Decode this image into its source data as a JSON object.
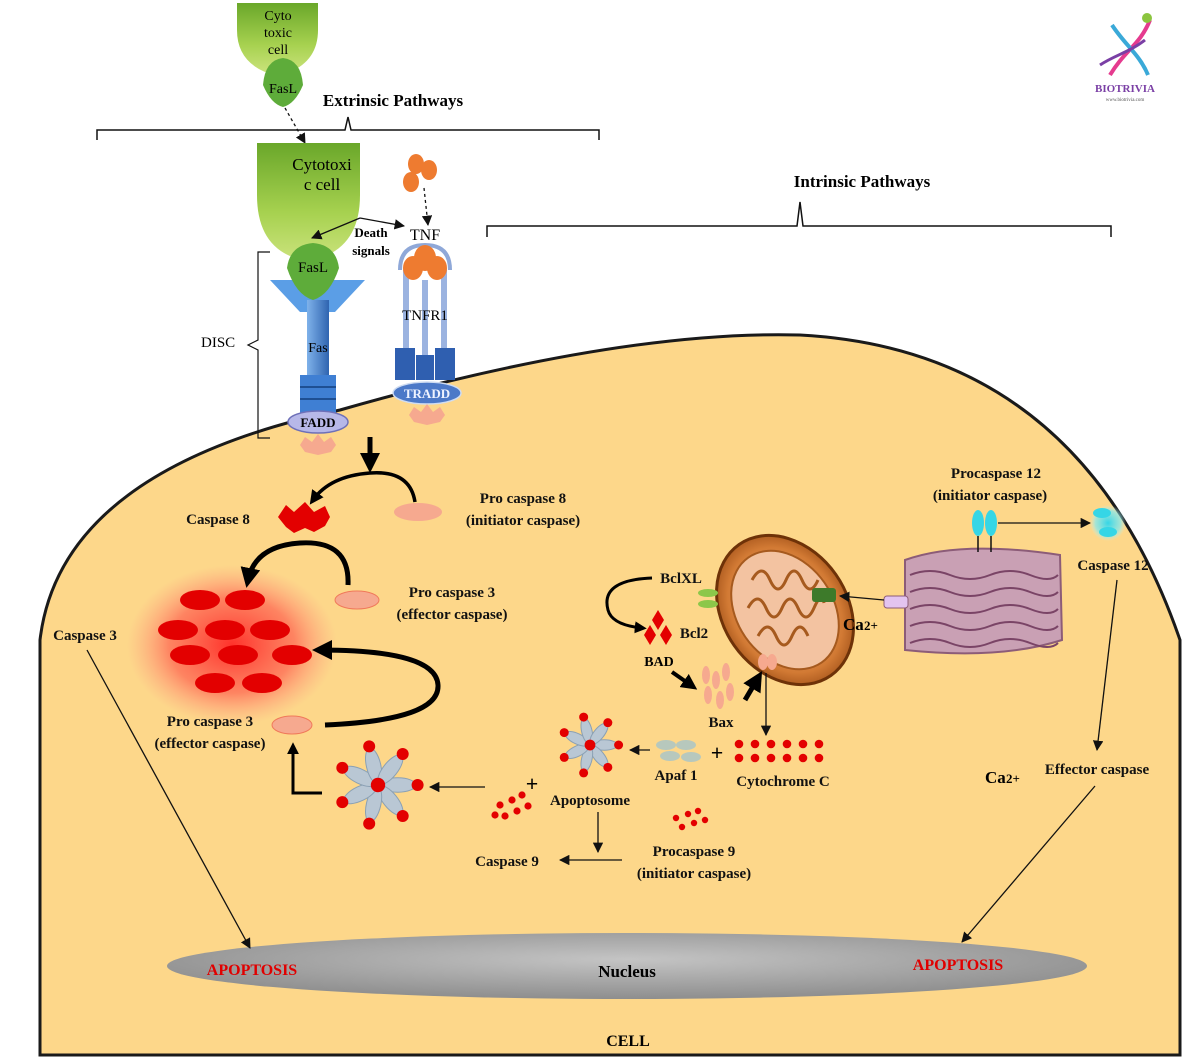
{
  "logo": {
    "name": "BIOTRIVIA",
    "url": "www.biotrivia.com"
  },
  "extrinsic": {
    "title": "Extrinsic Pathways",
    "top_cell_lines": [
      "Cyto",
      "toxic",
      "cell"
    ],
    "top_fasl": "FasL",
    "cell_lines": [
      "Cytotoxi",
      "c cell"
    ],
    "fasl": "FasL",
    "death_signals_lines": [
      "Death",
      "signals"
    ],
    "tnf": "TNF",
    "tnfr1": "TNFR1",
    "fas": "Fas",
    "fadd": "FADD",
    "tradd": "TRADD",
    "disc": "DISC"
  },
  "intrinsic": {
    "title": "Intrinsic Pathways"
  },
  "labels": {
    "caspase8": "Caspase 8",
    "procaspase8_lines": [
      "Pro caspase 8",
      "(initiator caspase)"
    ],
    "procaspase3a_lines": [
      "Pro caspase 3",
      "(effector caspase)"
    ],
    "procaspase3b_lines": [
      "Pro caspase 3",
      "(effector caspase)"
    ],
    "caspase3": "Caspase 3",
    "bclxl": "BclXL",
    "bcl2": "Bcl2",
    "bad": "BAD",
    "bax": "Bax",
    "ca_left_main": "Ca",
    "ca_left_sup": "2+",
    "procaspase12_lines": [
      "Procaspase 12",
      "(initiator caspase)"
    ],
    "caspase12": "Caspase 12",
    "apaf1": "Apaf 1",
    "cytochrome_c": "Cytochrome C",
    "apoptosome": "Apoptosome",
    "caspase9": "Caspase 9",
    "procaspase9_lines": [
      "Procaspase 9",
      "(initiator caspase)"
    ],
    "ca_right_main": "Ca",
    "ca_right_sup": "2+",
    "effector_caspase": "Effector caspase",
    "apoptosis_left": "APOPTOSIS",
    "apoptosis_right": "APOPTOSIS",
    "nucleus": "Nucleus",
    "cell": "CELL"
  },
  "colors": {
    "cell_fill": "#fdd78a",
    "cell_stroke": "#1a1a1a",
    "nucleus": "#a6a6a6",
    "caspase_red": "#e30000",
    "procaspase_pink": "#f6a98f",
    "receptor_blue": "#4f81c7",
    "tnf_orange": "#ee7b30",
    "green_cell": "#92c83e",
    "apoptosis_red": "#e00000",
    "er_purple": "#c9a0b4",
    "caspase12_cyan": "#35d6e6",
    "mito_orange": "#c76a1c"
  }
}
